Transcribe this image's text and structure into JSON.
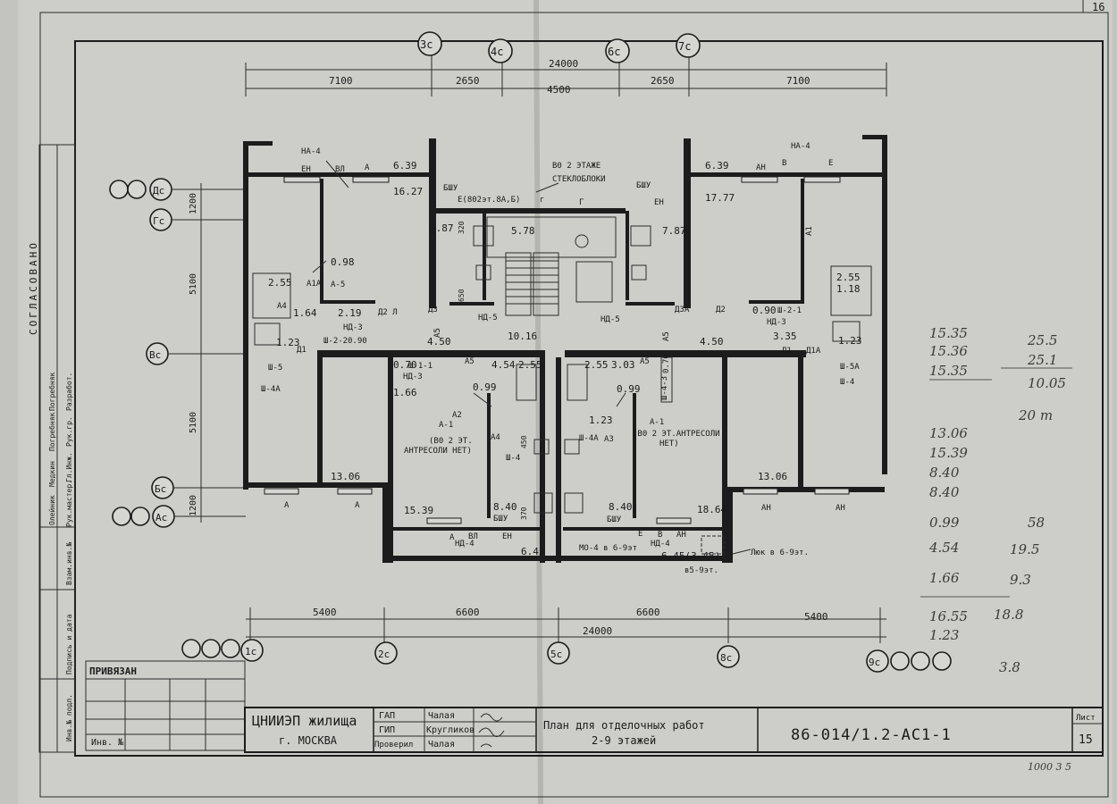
{
  "page_corner": "16",
  "dimensions": {
    "top_row": [
      "7100",
      "2650",
      "4500",
      "2650",
      "7100"
    ],
    "top_total": "24000",
    "bottom_row": [
      "5400",
      "6600",
      "6600",
      "5400"
    ],
    "bottom_total": "24000",
    "left_vertical": [
      "1200",
      "5100",
      "5100",
      "1200"
    ]
  },
  "axes": {
    "top": [
      "3с",
      "4с",
      "6с",
      "7с"
    ],
    "bottom": [
      "1с",
      "2с",
      "5с",
      "8с",
      "9с"
    ],
    "left": [
      "Дс",
      "Гс",
      "Вс",
      "Бс",
      "Ас"
    ]
  },
  "rooms": {
    "r_639_l": "6.39",
    "r_1627": "16.27",
    "r_787_l": "7.87",
    "r_578": "5.78",
    "r_787_r": "7.87",
    "r_639_r": "6.39",
    "r_1777": "17.77",
    "r_255_l": "2.55",
    "r_098": "0.98",
    "r_164": "1.64",
    "r_219": "2.19",
    "r_123_l": "1.23",
    "r_450_l": "4.50",
    "r_1016": "10.16",
    "r_450_r": "4.50",
    "r_335": "3.35",
    "r_255_r": "2.55",
    "r_118": "1.18",
    "r_123_r": "1.23",
    "r_090_r": "0.90",
    "r_454": "4.54",
    "r_255_cl": "2.55",
    "r_255_cr": "2.55",
    "r_303": "3.03",
    "r_070_l": "0.70",
    "r_166": "1.66",
    "r_099_l": "0.99",
    "r_099_r": "0.99",
    "r_123_c": "1.23",
    "r_1306_l": "13.06",
    "r_1306_r": "13.06",
    "r_1539": "15.39",
    "r_840_l": "8.40",
    "r_840_r": "8.40",
    "r_1864": "18.64",
    "r_645": "6.45",
    "r_645_345": "6.45(3.45)",
    "r_090_l": "0.90",
    "r_070_r": "0.70"
  },
  "labels": {
    "na4_l": "НА-4",
    "na4_r": "НА-4",
    "en_l": "ЕН",
    "vl_l": "ВЛ",
    "a_l": "А",
    "bshu_l": "БШУ",
    "e802": "Е(802эт.8А,Б)",
    "g1": "г",
    "g2": "Г",
    "v02": "В0 2 ЭТАЖЕ",
    "steklo": "СТЕКЛОБЛОКИ",
    "bshu_r": "БШУ",
    "en_r": "ЕН",
    "an_r": "АН",
    "v_r": "В",
    "e_r": "Е",
    "a1_v": "А1",
    "a5": "А-5",
    "a1a": "А1А",
    "a4": "А4",
    "d2l": "Д2 Л",
    "d3": "Д3",
    "d3a": "Д3А",
    "d2": "Д2",
    "a5_1": "А5",
    "a5_2": "А5",
    "a5_3": "А5",
    "a5_4": "А5",
    "nd5_l": "НД-5",
    "nd5_r": "НД-5",
    "nd3_l": "НД-3",
    "nd3_r": "НД-3",
    "nd3_c": "НД-3",
    "sh22": "Ш-2-2",
    "sh21": "Ш-2-1",
    "sh11": "Ш-1-1",
    "sh5": "Ш-5",
    "sh4a_l": "Ш-4А",
    "sh5a": "Ш-5А",
    "sh4_r": "Ш-4",
    "d1": "Д1",
    "d1a": "Д1А",
    "d1_2": "Д1",
    "a1_c1": "А-1",
    "a1_c2": "А-1",
    "a2": "А2",
    "ant_l1": "(В0 2 ЭТ.",
    "ant_l2": "АНТРЕСОЛИ НЕТ)",
    "ant_r1": "(В0 2 ЭТ.АНТРЕСОЛИ",
    "ant_r2": "НЕТ)",
    "sh4_c": "Ш-4",
    "sh4a_c": "Ш-4А",
    "a3": "А3",
    "a4_2": "А4",
    "a_bl": "А",
    "a_bl2": "А",
    "an_br": "АН",
    "an_br2": "АН",
    "a_b": "А",
    "vl_b": "ВЛ",
    "en_b": "ЕН",
    "bshu_b": "БШУ",
    "bshu_b2": "БШУ",
    "e_b": "Е",
    "v_b": "В",
    "an_b": "АН",
    "nd4_b1": "НД-4",
    "nd4_b2": "НД-4",
    "mo4": "МО-4 в 6-9эт",
    "b5": "в5-9эт.",
    "lyuk": "Люк в 6-9эт.",
    "sh43": "Ш-4-3",
    "k320": "320",
    "k650": "650",
    "k370": "370",
    "k450": "450"
  },
  "title_block": {
    "side_text": "СОГЛАСОВАНО",
    "side_cols": [
      "Рук.мастер.",
      "Гл.Инж.",
      "Рук.гр.",
      "Разработ."
    ],
    "side_names": [
      "Олейник",
      "Медкин",
      "Погребняк",
      "Погребняк"
    ],
    "side_stack": [
      "Инв.№ подл.",
      "Подпись и дата",
      "Взам.инв.№"
    ],
    "privyazan": "ПРИВЯЗАН",
    "inv_no": "Инв. №",
    "org": "ЦНИИЭП жилища",
    "city": "г. МОСКВА",
    "roles": [
      "ГАП",
      "ГИП",
      "Проверил"
    ],
    "names": [
      "Чалая",
      "Кругликов",
      "Чалая"
    ],
    "sheet_title_1": "План для отделочных работ",
    "sheet_title_2": "2-9 этажей",
    "code": "86-014/1.2-АС1-1",
    "sheet_label": "Лист",
    "sheet_no": "15"
  },
  "handwritten": {
    "col1": [
      "15.35",
      "15.36",
      "15.35",
      "13.06",
      "15.39",
      "8.40",
      "8.40",
      "0.99",
      "4.54",
      "1.66",
      "16.55",
      "1.23"
    ],
    "col2": [
      "25.5",
      "25.1",
      "10.05",
      "20 m",
      "58",
      "19.5",
      "9.3",
      "18.8",
      "3.8"
    ],
    "bottom_right": "1000 3 5"
  }
}
